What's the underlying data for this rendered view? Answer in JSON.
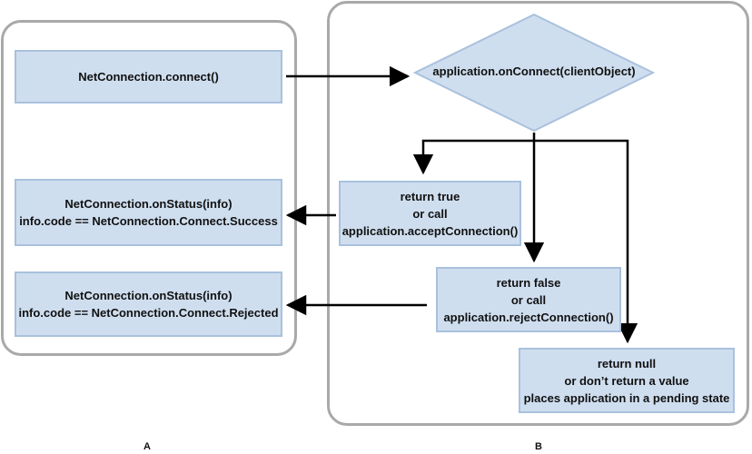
{
  "panels": {
    "a_label": "A",
    "b_label": "B"
  },
  "client": {
    "connect": "NetConnection.connect()",
    "success_line1": "NetConnection.onStatus(info)",
    "success_line2": "info.code == NetConnection.Connect.Success",
    "rejected_line1": "NetConnection.onStatus(info)",
    "rejected_line2": "info.code == NetConnection.Connect.Rejected"
  },
  "server": {
    "decision": "application.onConnect(clientObject)",
    "accept_line1": "return true",
    "accept_line2": "or call",
    "accept_line3": "application.acceptConnection()",
    "reject_line1": "return false",
    "reject_line2": "or call",
    "reject_line3": "application.rejectConnection()",
    "pending_line1": "return null",
    "pending_line2": "or don’t return a value",
    "pending_line3": "places application in a pending state"
  },
  "colors": {
    "box_fill": "#cfdeef",
    "box_border": "#a9c1dd",
    "panel_border": "#a9a9a9",
    "arrow": "#000000"
  }
}
